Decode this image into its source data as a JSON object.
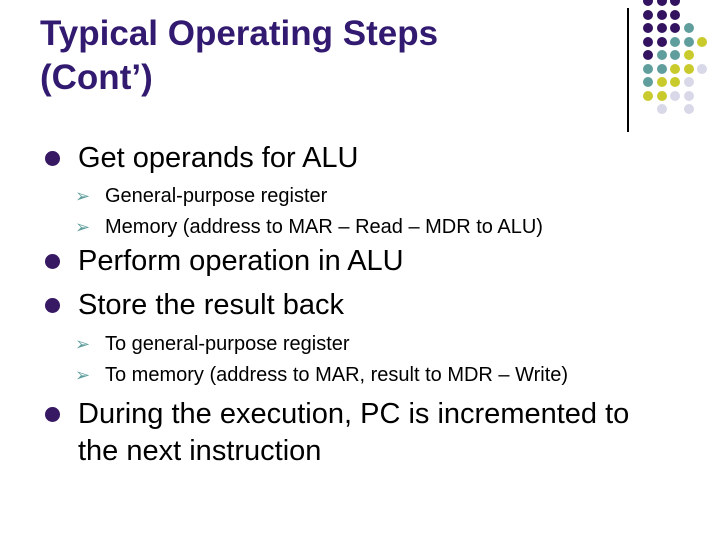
{
  "slide": {
    "title": {
      "line1": "Typical Operating Steps",
      "line2": "(Cont’)"
    },
    "bullets": [
      {
        "text": "Get operands for ALU",
        "subs": [
          "General-purpose register",
          "Memory (address to MAR – Read – MDR to ALU)"
        ]
      },
      {
        "text": "Perform operation in ALU",
        "subs": []
      },
      {
        "text": "Store the result back",
        "subs": [
          "To general-purpose register",
          "To memory (address to MAR, result to MDR – Write)"
        ]
      },
      {
        "text": "During the execution, PC is incremented to the next instruction",
        "subs": []
      }
    ]
  },
  "decor": {
    "sub_marker_glyph": "➢",
    "dot_grid": {
      "rows": [
        "PPP..",
        "PPP..",
        "PPPT.",
        "PPTTY",
        "PTTY.",
        "TTYYL",
        "TYYL.",
        "YYLL.",
        ".L.L."
      ],
      "legend": {
        "P": "dot_purple",
        "T": "dot_teal",
        "Y": "dot_yellow",
        "L": "dot_lavender"
      },
      "cell_size": 13.5,
      "dot_size": 10
    }
  },
  "colors": {
    "background": "#ffffff",
    "title": "#321a70",
    "body_text": "#000000",
    "bullet": "#371863",
    "sub_marker": "#5f9e9c",
    "divider": "#000000",
    "dot_purple": "#33135f",
    "dot_teal": "#5f9e9c",
    "dot_yellow": "#c9ca2b",
    "dot_lavender": "#d8d8e8"
  }
}
